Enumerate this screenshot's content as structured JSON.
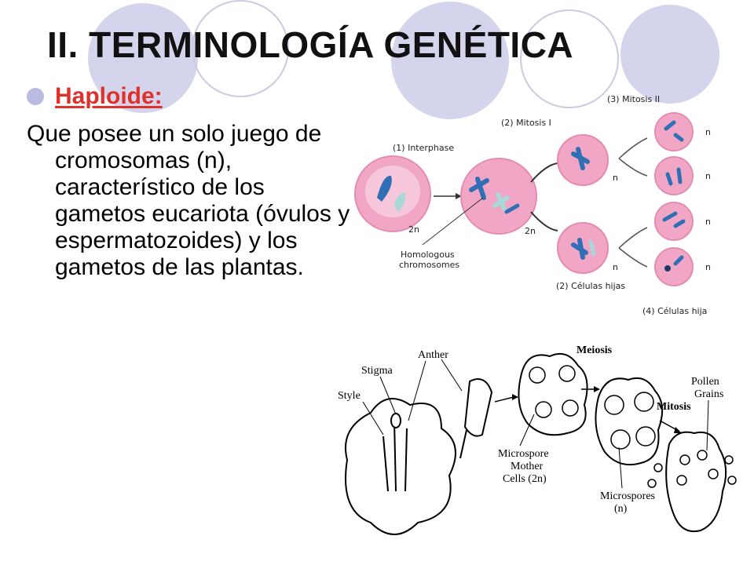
{
  "slide": {
    "title": "II. TERMINOLOGÍA GENÉTICA",
    "term": "Haploide:",
    "definition": "Que posee un solo juego de cromosomas (n), característico de los gametos eucariota (óvulos y espermatozoides) y los gametos de las plantas.",
    "colors": {
      "term": "#e0302a",
      "bullet": "#b9bbe0",
      "decor_circle": "#d4d5ec"
    }
  },
  "mitosis_diagram": {
    "stage_interphase": "(1) Interphase",
    "stage_mitosis_1": "(2) Mitosis I",
    "stage_mitosis_2": "(3) Mitosis II",
    "label_daughter_cells": "(2) Células hijas",
    "label_daughter_cells_2": "(4) Células hija",
    "label_homologous_1": "Homologous",
    "label_homologous_2": "chromosomes",
    "ploidy_2n": "2n",
    "ploidy_n": "n"
  },
  "pollen_diagram": {
    "label_anther": "Anther",
    "label_stigma": "Stigma",
    "label_style": "Style",
    "label_meiosis": "Meiosis",
    "label_mitosis": "Mitosis",
    "label_pollen_1": "Pollen",
    "label_pollen_2": "Grains",
    "label_mmc_1": "Microspore",
    "label_mmc_2": "Mother",
    "label_mmc_3": "Cells (2n)",
    "label_microspores_1": "Microspores",
    "label_microspores_2": "(n)"
  }
}
